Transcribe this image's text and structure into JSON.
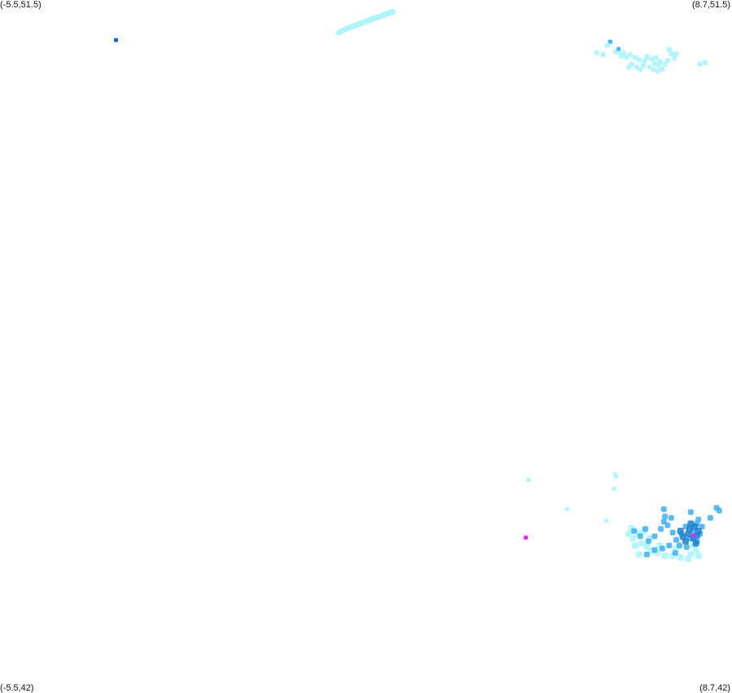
{
  "corners": {
    "top_left": "(-5.5,51.5)",
    "top_right": "(8.7,51.5)",
    "bottom_left": "(-5.5,42)",
    "bottom_right": "(8.7,42)"
  },
  "bounds": {
    "lon_min": -5.5,
    "lon_max": 8.7,
    "lat_min": 42,
    "lat_max": 51.5
  },
  "colors": {
    "background": "#ffffff",
    "density_low": "#aef4fa",
    "density_mid": "#3fb0ee",
    "density_high": "#1f7fd0",
    "outlier_blue": "#1a5fe0",
    "outlier_magenta": "#ee22ee"
  },
  "features": {
    "isolated_points": [
      {
        "lon": -3.25,
        "lat": 50.95,
        "level": "outlier_blue"
      },
      {
        "lon": 4.7,
        "lat": 44.13,
        "level": "outlier_magenta"
      }
    ],
    "line_streak": {
      "level": "density_low",
      "points": [
        {
          "lon": 1.07,
          "lat": 51.05
        },
        {
          "lon": 1.2,
          "lat": 51.1
        },
        {
          "lon": 1.35,
          "lat": 51.14
        },
        {
          "lon": 1.5,
          "lat": 51.18
        },
        {
          "lon": 1.65,
          "lat": 51.22
        },
        {
          "lon": 1.82,
          "lat": 51.26
        },
        {
          "lon": 2.12,
          "lat": 51.34
        }
      ]
    },
    "cluster_north_east": {
      "level": "density_low",
      "points": [
        {
          "lon": 6.33,
          "lat": 50.92
        },
        {
          "lon": 6.28,
          "lat": 50.88
        },
        {
          "lon": 6.44,
          "lat": 50.79
        },
        {
          "lon": 6.5,
          "lat": 50.79
        },
        {
          "lon": 6.6,
          "lat": 50.77
        },
        {
          "lon": 6.65,
          "lat": 50.72
        },
        {
          "lon": 6.55,
          "lat": 50.73
        },
        {
          "lon": 6.73,
          "lat": 50.75
        },
        {
          "lon": 6.82,
          "lat": 50.71
        },
        {
          "lon": 6.9,
          "lat": 50.68
        },
        {
          "lon": 7.05,
          "lat": 50.72
        },
        {
          "lon": 7.14,
          "lat": 50.69
        },
        {
          "lon": 7.2,
          "lat": 50.63
        },
        {
          "lon": 7.28,
          "lat": 50.6
        },
        {
          "lon": 7.4,
          "lat": 50.62
        },
        {
          "lon": 7.45,
          "lat": 50.67
        },
        {
          "lon": 7.58,
          "lat": 50.7
        },
        {
          "lon": 7.53,
          "lat": 50.76
        },
        {
          "lon": 7.48,
          "lat": 50.82
        },
        {
          "lon": 7.62,
          "lat": 50.76
        },
        {
          "lon": 7.35,
          "lat": 50.55
        },
        {
          "lon": 7.26,
          "lat": 50.52
        },
        {
          "lon": 7.18,
          "lat": 50.55
        },
        {
          "lon": 7.1,
          "lat": 50.58
        },
        {
          "lon": 6.98,
          "lat": 50.6
        },
        {
          "lon": 6.92,
          "lat": 50.55
        },
        {
          "lon": 6.85,
          "lat": 50.58
        },
        {
          "lon": 6.75,
          "lat": 50.62
        },
        {
          "lon": 6.7,
          "lat": 50.58
        },
        {
          "lon": 7.0,
          "lat": 50.66
        },
        {
          "lon": 7.3,
          "lat": 50.66
        },
        {
          "lon": 7.22,
          "lat": 50.71
        },
        {
          "lon": 8.08,
          "lat": 50.62
        },
        {
          "lon": 8.18,
          "lat": 50.64
        },
        {
          "lon": 6.08,
          "lat": 50.78
        },
        {
          "lon": 6.2,
          "lat": 50.75
        }
      ],
      "dense_points": [
        {
          "lon": 6.34,
          "lat": 50.93
        },
        {
          "lon": 6.5,
          "lat": 50.83
        }
      ]
    },
    "scattered_south_east": {
      "level": "density_low",
      "points": [
        {
          "lon": 4.75,
          "lat": 44.92
        },
        {
          "lon": 6.43,
          "lat": 45.0
        },
        {
          "lon": 6.45,
          "lat": 44.97
        },
        {
          "lon": 6.41,
          "lat": 44.8
        },
        {
          "lon": 5.5,
          "lat": 44.52
        },
        {
          "lon": 6.26,
          "lat": 44.36
        }
      ]
    },
    "cluster_south_east": {
      "light_points": [
        {
          "lon": 6.7,
          "lat": 44.18
        },
        {
          "lon": 6.78,
          "lat": 44.12
        },
        {
          "lon": 6.88,
          "lat": 44.2
        },
        {
          "lon": 6.95,
          "lat": 44.05
        },
        {
          "lon": 7.05,
          "lat": 44.0
        },
        {
          "lon": 7.15,
          "lat": 43.95
        },
        {
          "lon": 6.82,
          "lat": 44.02
        },
        {
          "lon": 7.25,
          "lat": 43.92
        },
        {
          "lon": 7.4,
          "lat": 43.88
        },
        {
          "lon": 7.55,
          "lat": 43.88
        },
        {
          "lon": 7.7,
          "lat": 43.86
        },
        {
          "lon": 7.85,
          "lat": 43.84
        },
        {
          "lon": 7.9,
          "lat": 43.9
        },
        {
          "lon": 8.0,
          "lat": 43.96
        },
        {
          "lon": 8.05,
          "lat": 43.88
        },
        {
          "lon": 7.95,
          "lat": 44.02
        },
        {
          "lon": 6.9,
          "lat": 43.9
        },
        {
          "lon": 7.1,
          "lat": 44.12
        },
        {
          "lon": 6.75,
          "lat": 44.26
        },
        {
          "lon": 7.0,
          "lat": 44.22
        },
        {
          "lon": 7.3,
          "lat": 44.02
        },
        {
          "lon": 7.6,
          "lat": 43.98
        }
      ],
      "mid_points": [
        {
          "lon": 6.8,
          "lat": 44.22
        },
        {
          "lon": 6.92,
          "lat": 44.15
        },
        {
          "lon": 7.02,
          "lat": 44.25
        },
        {
          "lon": 7.08,
          "lat": 44.08
        },
        {
          "lon": 7.2,
          "lat": 44.15
        },
        {
          "lon": 7.32,
          "lat": 44.25
        },
        {
          "lon": 7.45,
          "lat": 44.3
        },
        {
          "lon": 7.55,
          "lat": 44.2
        },
        {
          "lon": 7.62,
          "lat": 44.1
        },
        {
          "lon": 7.72,
          "lat": 44.18
        },
        {
          "lon": 7.8,
          "lat": 44.28
        },
        {
          "lon": 7.88,
          "lat": 44.12
        },
        {
          "lon": 7.95,
          "lat": 44.22
        },
        {
          "lon": 8.02,
          "lat": 44.32
        },
        {
          "lon": 8.08,
          "lat": 44.18
        },
        {
          "lon": 7.38,
          "lat": 44.52
        },
        {
          "lon": 7.4,
          "lat": 44.42
        },
        {
          "lon": 7.38,
          "lat": 44.35
        },
        {
          "lon": 7.9,
          "lat": 44.48
        },
        {
          "lon": 8.05,
          "lat": 44.38
        },
        {
          "lon": 8.12,
          "lat": 44.28
        },
        {
          "lon": 8.4,
          "lat": 44.54
        },
        {
          "lon": 8.45,
          "lat": 44.5
        },
        {
          "lon": 8.28,
          "lat": 44.4
        },
        {
          "lon": 7.35,
          "lat": 43.98
        },
        {
          "lon": 7.48,
          "lat": 44.02
        },
        {
          "lon": 7.2,
          "lat": 43.96
        },
        {
          "lon": 7.6,
          "lat": 43.92
        },
        {
          "lon": 7.05,
          "lat": 43.9
        },
        {
          "lon": 7.68,
          "lat": 44.02
        },
        {
          "lon": 7.82,
          "lat": 44.0
        },
        {
          "lon": 8.02,
          "lat": 44.08
        },
        {
          "lon": 7.52,
          "lat": 44.4
        }
      ],
      "dense_points": [
        {
          "lon": 7.75,
          "lat": 44.14
        },
        {
          "lon": 7.85,
          "lat": 44.18
        },
        {
          "lon": 7.95,
          "lat": 44.12
        },
        {
          "lon": 8.02,
          "lat": 44.16
        },
        {
          "lon": 7.88,
          "lat": 44.25
        },
        {
          "lon": 7.98,
          "lat": 44.28
        },
        {
          "lon": 8.05,
          "lat": 44.22
        },
        {
          "lon": 7.8,
          "lat": 44.08
        },
        {
          "lon": 8.0,
          "lat": 44.05
        },
        {
          "lon": 7.7,
          "lat": 44.22
        },
        {
          "lon": 7.9,
          "lat": 44.32
        }
      ],
      "highlight_points": [
        {
          "lon": 7.95,
          "lat": 44.16,
          "level": "outlier_magenta"
        }
      ]
    }
  }
}
